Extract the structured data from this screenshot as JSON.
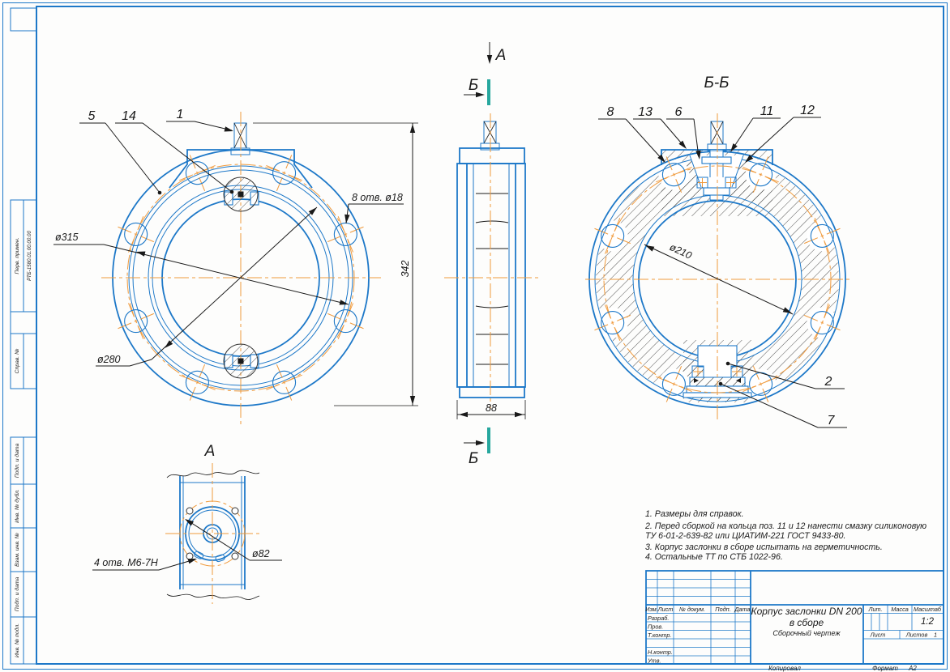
{
  "margin": {
    "boxes": [
      {
        "label": "Перв. примен.",
        "value": "РТБ-1580.01.00.00.00"
      },
      {
        "label": "Справ. №"
      },
      {
        "label": "Подп. и дата"
      },
      {
        "label": "Инв. № дубл."
      },
      {
        "label": "Взам. инв. №"
      },
      {
        "label": "Подп. и дата"
      },
      {
        "label": "Инв. № подл."
      }
    ]
  },
  "views": {
    "front": {
      "balloon_5": "5",
      "balloon_14": "14",
      "balloon_1": "1",
      "dim_bolt_circle": "ø315",
      "dim_hub": "ø280",
      "dim_holes": "8 отв. ø18",
      "dim_height": "342"
    },
    "side": {
      "view_arrow_label": "А",
      "cut_label_top": "Б",
      "cut_label_bottom": "Б",
      "dim_width": "88"
    },
    "section": {
      "title": "Б-Б",
      "balloon_8": "8",
      "balloon_13": "13",
      "balloon_6": "6",
      "balloon_11": "11",
      "balloon_12": "12",
      "balloon_2": "2",
      "balloon_7": "7",
      "dim_bore": "ø210"
    },
    "view_a": {
      "title": "А",
      "dim_thread_holes": "4 отв. М6-7Н",
      "dim_circle": "ø82"
    }
  },
  "notes": {
    "lines": [
      "1. Размеры для справок.",
      "2. Перед сборкой на кольца поз. 11 и 12 нанести смазку силиконовую",
      "ТУ 6-01-2-639-82 или ЦИАТИМ-221 ГОСТ 9433-80.",
      "3. Корпус заслонки в сборе испытать на герметичность.",
      "4. Остальные ТТ по СТБ 1022-96."
    ]
  },
  "title_block": {
    "col_izm": "Изм.",
    "col_list": "Лист",
    "col_doc": "№ докум.",
    "col_sign": "Подп.",
    "col_date": "Дата",
    "row_razrab": "Разраб.",
    "row_prov": "Пров.",
    "row_tkontr": "Т.контр.",
    "row_nkontr": "Н.контр.",
    "row_utv": "Утв.",
    "title_line1": "Корпус заслонки DN 200",
    "title_line2": "в сборе",
    "doc_type": "Сборочный чертеж",
    "lit_label": "Лит.",
    "mass_label": "Масса",
    "scale_label": "Масштаб",
    "scale_value": "1:2",
    "sheet_label": "Лист",
    "sheets_label": "Листов",
    "sheets_value": "1",
    "footer_copied": "Копировал",
    "footer_format_label": "Формат",
    "footer_format_value": "А2"
  }
}
